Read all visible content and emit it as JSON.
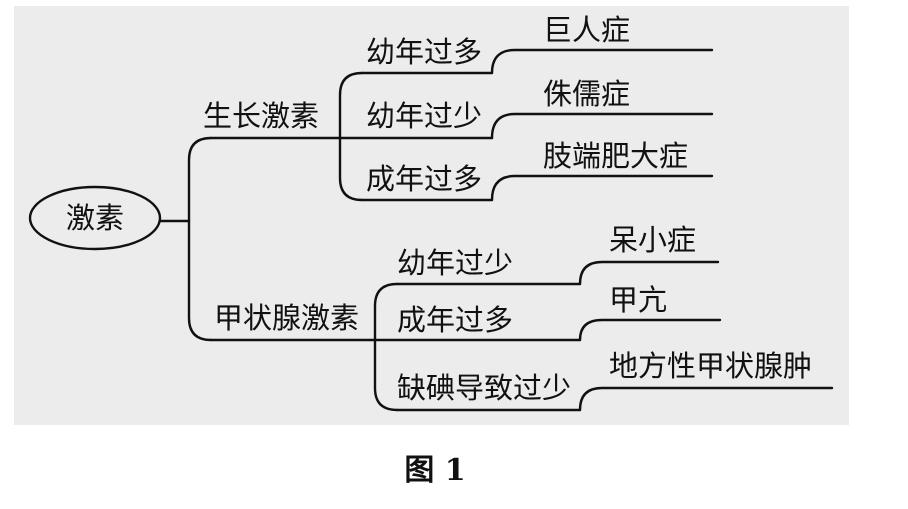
{
  "diagram": {
    "root": "激素",
    "branches": [
      {
        "label": "生长激素",
        "children": [
          {
            "condition": "幼年过多",
            "result": "巨人症"
          },
          {
            "condition": "幼年过少",
            "result": "侏儒症"
          },
          {
            "condition": "成年过多",
            "result": "肢端肥大症"
          }
        ]
      },
      {
        "label": "甲状腺激素",
        "children": [
          {
            "condition": "幼年过少",
            "result": "呆小症"
          },
          {
            "condition": "成年过多",
            "result": "甲亢"
          },
          {
            "condition": "缺碘导致过少",
            "result": "地方性甲状腺肿"
          }
        ]
      }
    ]
  },
  "caption": "图 1"
}
